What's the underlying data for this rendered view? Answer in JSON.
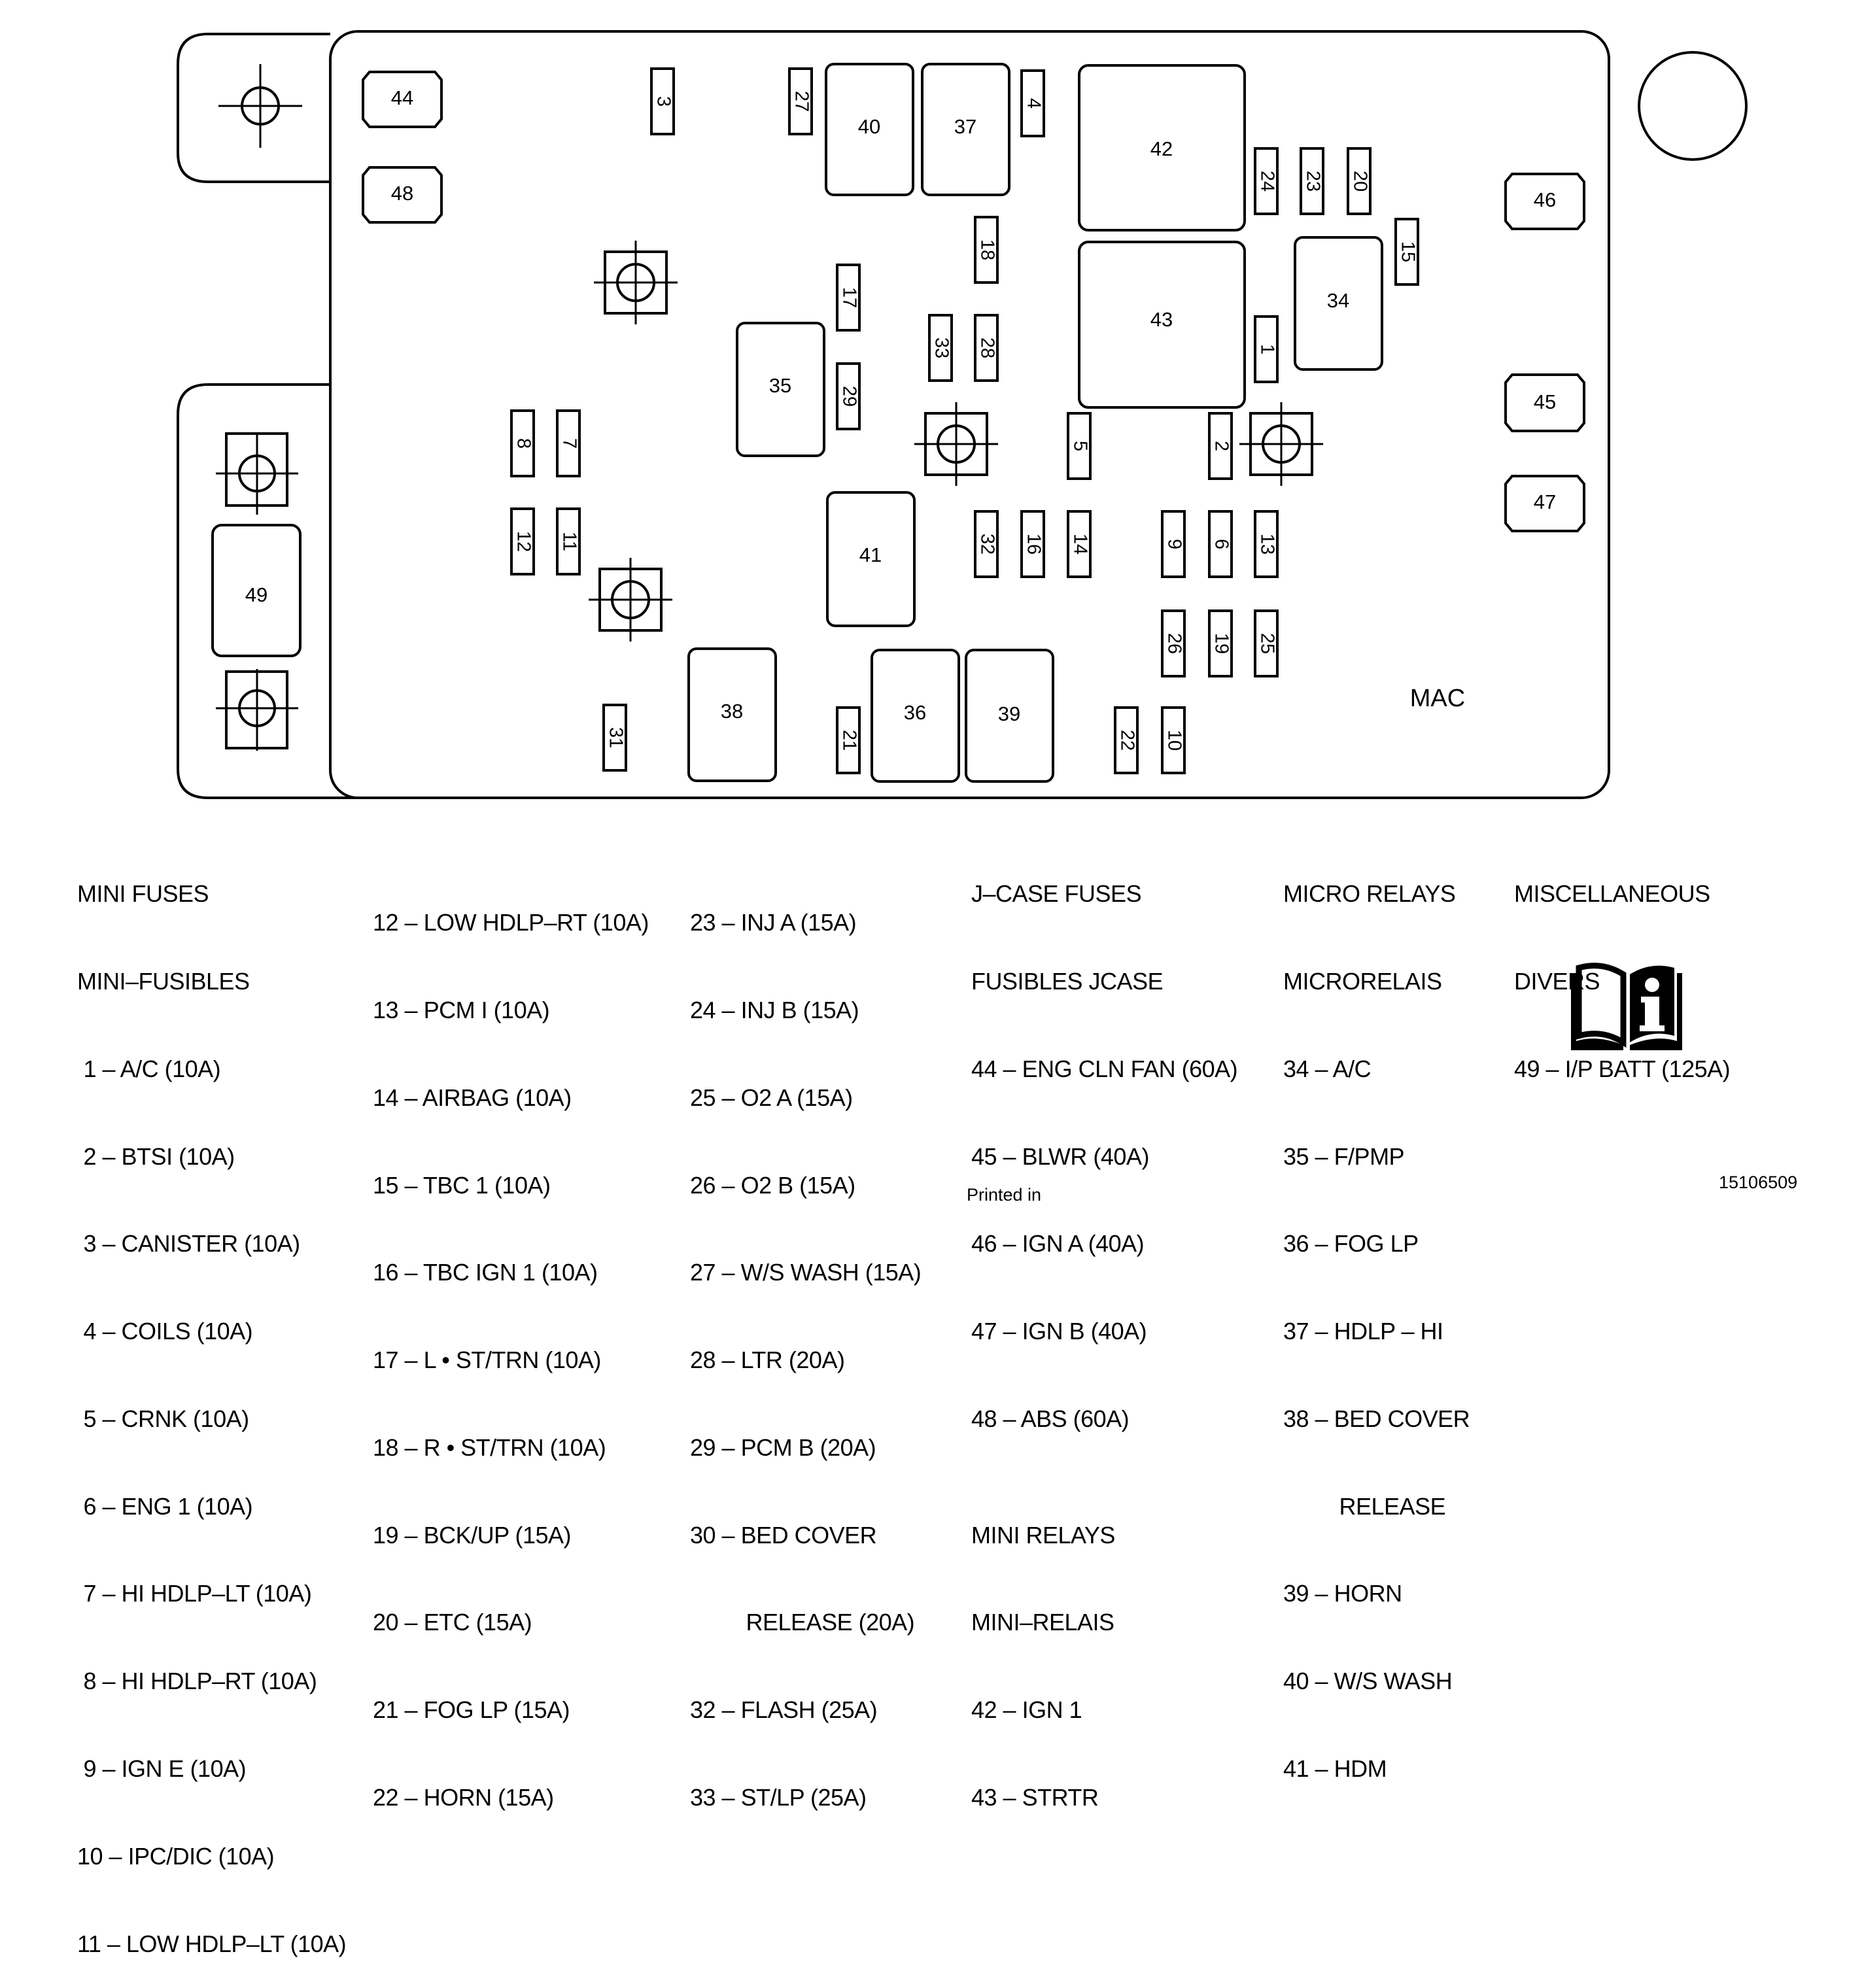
{
  "diagram": {
    "relays": {
      "r34": "34",
      "r35": "35",
      "r36": "36",
      "r37": "37",
      "r38": "38",
      "r39": "39",
      "r40": "40",
      "r41": "41",
      "r42": "42",
      "r43": "43"
    },
    "jcase": {
      "j44": "44",
      "j45": "45",
      "j46": "46",
      "j47": "47",
      "j48": "48"
    },
    "fuses": {
      "f1": "1",
      "f2": "2",
      "f3": "3",
      "f4": "4",
      "f5": "5",
      "f6": "6",
      "f7": "7",
      "f8": "8",
      "f9": "9",
      "f10": "10",
      "f11": "11",
      "f12": "12",
      "f13": "13",
      "f14": "14",
      "f15": "15",
      "f16": "16",
      "f17": "17",
      "f18": "18",
      "f19": "19",
      "f20": "20",
      "f21": "21",
      "f22": "22",
      "f23": "23",
      "f24": "24",
      "f25": "25",
      "f26": "26",
      "f27": "27",
      "f28": "28",
      "f29": "29",
      "f31": "31",
      "f32": "32",
      "f33": "33"
    },
    "mega": "49",
    "mac": "MAC"
  },
  "legend": {
    "mini_fuses": {
      "heading_en": "MINI FUSES",
      "heading_fr": "MINI–FUSIBLES",
      "col1": [
        " 1 – A/C (10A)",
        " 2 – BTSI (10A)",
        " 3 – CANISTER (10A)",
        " 4 – COILS (10A)",
        " 5 – CRNK (10A)",
        " 6 – ENG 1 (10A)",
        " 7 – HI HDLP–LT (10A)",
        " 8 – HI HDLP–RT (10A)",
        " 9 – IGN E (10A)",
        "10 – IPC/DIC (10A)",
        "11 – LOW HDLP–LT (10A)"
      ],
      "col2": [
        "12 – LOW HDLP–RT (10A)",
        "13 – PCM I (10A)",
        "14 – AIRBAG (10A)",
        "15 – TBC 1 (10A)",
        "16 – TBC IGN 1 (10A)",
        "17 – L • ST/TRN (10A)",
        "18 – R • ST/TRN (10A)",
        "19 – BCK/UP (15A)",
        "20 – ETC (15A)",
        "21 – FOG LP (15A)",
        "22 – HORN (15A)"
      ],
      "col3": [
        "23 – INJ A (15A)",
        "24 – INJ B (15A)",
        "25 – O2 A (15A)",
        "26 – O2 B (15A)",
        "27 – W/S WASH (15A)",
        "28 – LTR (20A)",
        "29 – PCM B (20A)",
        "30 – BED COVER",
        "         RELEASE (20A)",
        "32 – FLASH (25A)",
        "33 – ST/LP (25A)"
      ]
    },
    "jcase_fuses": {
      "heading_en": "J–CASE FUSES",
      "heading_fr": "FUSIBLES JCASE",
      "items": [
        "44 – ENG CLN FAN (60A)",
        "45 – BLWR (40A)",
        "46 – IGN A (40A)",
        "47 – IGN B (40A)",
        "48 – ABS (60A)"
      ]
    },
    "mini_relays": {
      "heading_en": "MINI RELAYS",
      "heading_fr": "MINI–RELAIS",
      "items": [
        "42 – IGN 1",
        "43 – STRTR"
      ]
    },
    "micro_relays": {
      "heading_en": "MICRO RELAYS",
      "heading_fr": "MICRORELAIS",
      "items": [
        "34 – A/C",
        "35 – F/PMP",
        "36 – FOG LP",
        "37 – HDLP – HI",
        "38 – BED COVER",
        "         RELEASE",
        "39 – HORN",
        "40 – W/S WASH",
        "41 – HDM"
      ]
    },
    "misc": {
      "heading_en": "MISCELLANEOUS",
      "heading_fr": "DIVERS",
      "items": [
        "49 – I/P BATT (125A)"
      ]
    }
  },
  "footer": {
    "printed": "Printed in",
    "part_number": "15106509"
  },
  "icons": {
    "manual": "owners-manual-info-icon"
  }
}
